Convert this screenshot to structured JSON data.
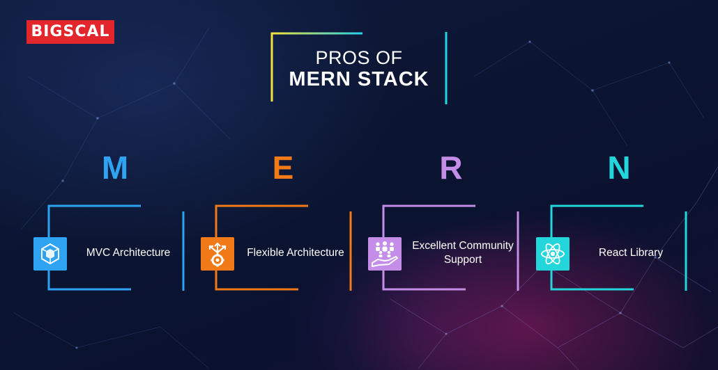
{
  "brand": {
    "logo_text": "BIGSCAL",
    "logo_color": "#e3262b"
  },
  "title": {
    "line1": "PROS OF",
    "line2": "MERN STACK",
    "frame_gradient": [
      "#f2e33a",
      "#21d4e8"
    ]
  },
  "columns": [
    {
      "letter": "M",
      "label": "MVC Architecture",
      "color": "#2ea3f2",
      "icon": "cube-icon"
    },
    {
      "letter": "E",
      "label": "Flexible Architecture",
      "color": "#f07a18",
      "icon": "gear-arrows-icon"
    },
    {
      "letter": "R",
      "label": "Excellent Community Support",
      "color": "#c48de8",
      "icon": "community-hand-icon"
    },
    {
      "letter": "N",
      "label": "React Library",
      "color": "#23d6dc",
      "icon": "react-atom-icon"
    }
  ]
}
